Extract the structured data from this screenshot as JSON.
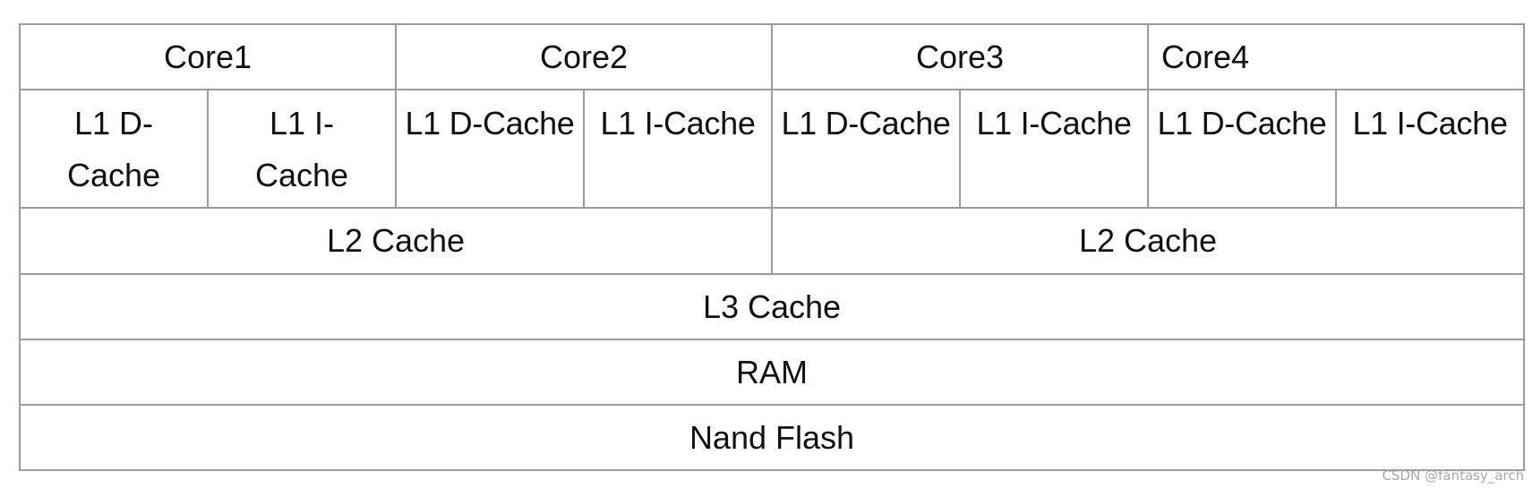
{
  "cores": [
    "Core1",
    "Core2",
    "Core3",
    "Core4"
  ],
  "l1_caches": [
    "L1 D-Cache",
    "L1 I-Cache",
    "L1 D-Cache",
    "L1 I-Cache",
    "L1 D-Cache",
    "L1 I-Cache",
    "L1 D-Cache",
    "L1 I-Cache"
  ],
  "l2_caches": [
    "L2 Cache",
    "L2 Cache"
  ],
  "l3_cache": "L3 Cache",
  "ram": "RAM",
  "nand_flash": "Nand Flash",
  "watermark": "CSDN @fantasy_arch",
  "colors": {
    "border": "#9c9c9c",
    "text": "#111111",
    "watermark": "#a8a8a8"
  }
}
